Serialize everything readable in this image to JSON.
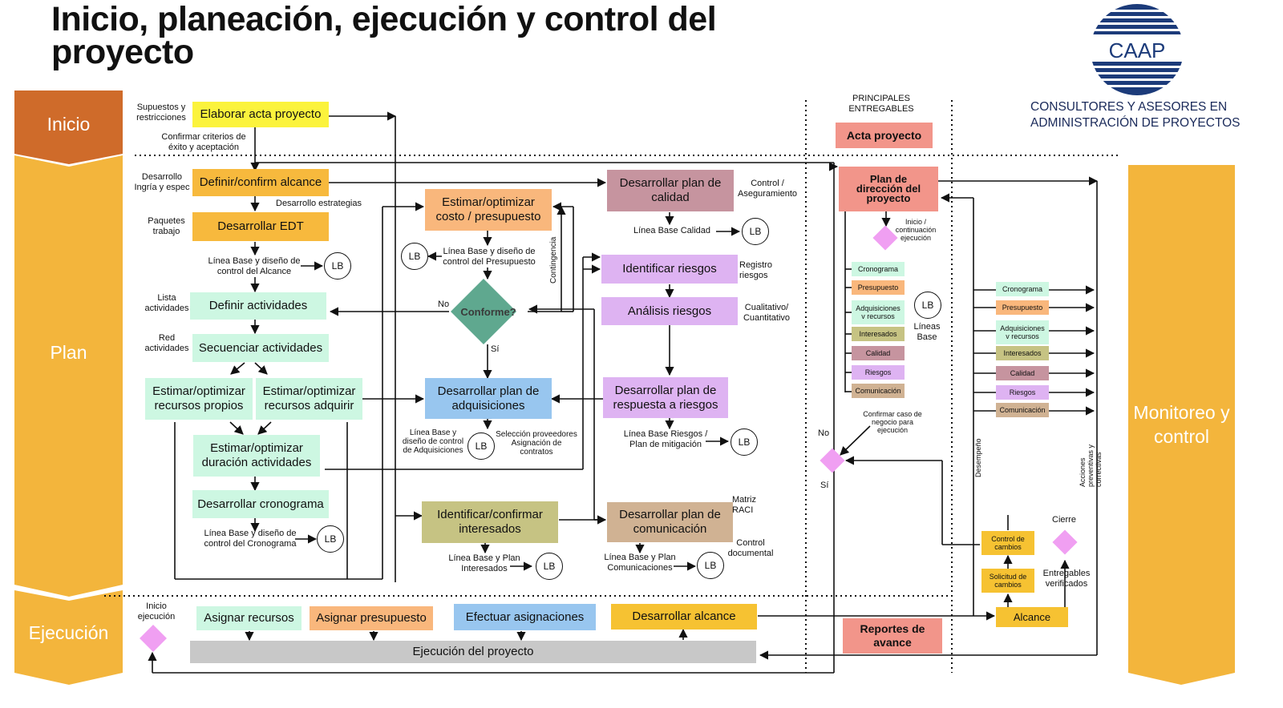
{
  "title": "Inicio, planeación, ejecución y control del proyecto",
  "logo": {
    "text": "CAAP",
    "subtitle": "CONSULTORES Y ASESORES EN ADMINISTRACIÓN DE PROYECTOS"
  },
  "phases": {
    "inicio": "Inicio",
    "plan": "Plan",
    "ejecucion": "Ejecución",
    "monitoreo": "Monitoreo y control"
  },
  "boxes": {
    "elaborar_acta": "Elaborar acta proyecto",
    "definir_alcance": "Definir/confirm alcance",
    "desarrollar_edt": "Desarrollar EDT",
    "definir_actividades": "Definir actividades",
    "secuenciar_actividades": "Secuenciar actividades",
    "estimar_recursos_propios": "Estimar/optimizar recursos propios",
    "estimar_recursos_adquirir": "Estimar/optimizar recursos adquirir",
    "estimar_duracion": "Estimar/optimizar duración actividades",
    "desarrollar_cronograma": "Desarrollar cronograma",
    "estimar_costo": "Estimar/optimizar costo / presupuesto",
    "plan_adquisiciones": "Desarrollar plan de adquisiciones",
    "identificar_interesados": "Identificar/confirmar interesados",
    "plan_calidad": "Desarrollar plan de calidad",
    "identificar_riesgos": "Identificar riesgos",
    "analisis_riesgos": "Análisis riesgos",
    "plan_respuesta_riesgos": "Desarrollar plan de respuesta a riesgos",
    "plan_comunicacion": "Desarrollar plan de comunicación",
    "acta_proyecto": "Acta proyecto",
    "plan_direccion": "Plan de dirección del proyecto",
    "reportes_avance": "Reportes de avance",
    "asignar_recursos": "Asignar recursos",
    "asignar_presupuesto": "Asignar presupuesto",
    "efectuar_asignaciones": "Efectuar asignaciones",
    "desarrollar_alcance": "Desarrollar alcance",
    "ejecucion_proyecto": "Ejecución del proyecto",
    "control_cambios": "Control de cambios",
    "solicitud_cambios": "Solicitud de cambios",
    "alcance": "Alcance"
  },
  "decision": {
    "conforme": "Conforme?",
    "no": "No",
    "si": "Sí"
  },
  "lb": "LB",
  "labels": {
    "supuestos": "Supuestos y restricciones",
    "confirmar_criterios": "Confirmar criterios de éxito y aceptación",
    "desarrollo_ingria": "Desarrollo Ingría y espec",
    "desarrollo_estrategias": "Desarrollo estrategias",
    "paquetes_trabajo": "Paquetes trabajo",
    "lb_alcance": "Línea Base y diseño de control del Alcance",
    "lista_actividades": "Lista actividades",
    "red_actividades": "Red actividades",
    "lb_cronograma": "Línea Base y diseño de control del Cronograma",
    "lb_presupuesto": "Línea Base y diseño de control del Presupuesto",
    "contingencia": "Contingencia",
    "lb_adquisiciones": "Línea Base y diseño de control de Adquisiciones",
    "seleccion_proveedores": "Selección proveedores Asignación de contratos",
    "lb_interesados": "Línea Base y Plan Interesados",
    "control_aseguramiento": "Control / Aseguramiento",
    "lb_calidad": "Línea Base Calidad",
    "registro_riesgos": "Registro riesgos",
    "cualitativo": "Cualitativo/ Cuantitativo",
    "lb_riesgos": "Línea Base Riesgos / Plan de mitigación",
    "matriz_raci": "Matriz RACI",
    "control_documental": "Control documental",
    "lb_comunicaciones": "Línea Base y Plan Comunicaciones",
    "principales_entregables": "PRINCIPALES ENTREGABLES",
    "inicio_continuacion": "Inicio / continuación ejecución",
    "lineas_base": "Líneas Base",
    "confirmar_caso": "Confirmar caso de negocio para ejecución",
    "no": "No",
    "si": "Sí",
    "desempeno": "Desempeño",
    "acciones": "Acciones preventivas y correctivas",
    "cierre": "Cierre",
    "entregables_verificados": "Entregables verificados",
    "inicio_ejecucion": "Inicio ejecución"
  },
  "baselines": [
    "Cronograma",
    "Presupuesto",
    "Adquisiciones v recursos",
    "Interesados",
    "Calidad",
    "Riesgos",
    "Comunicación"
  ],
  "colors": {
    "inicio_phase": "#cf6b2a",
    "phase": "#f3b53c",
    "yellow": "#fbf33c",
    "orange": "#f7b93d",
    "mint": "#cdf7e2",
    "peach": "#f9b77c",
    "blue": "#98c6ef",
    "olive": "#c6c383",
    "mauve": "#c6949f",
    "lilac": "#deb3f2",
    "tan": "#d0b293",
    "salmon": "#f2958a",
    "teal": "#5fa88f",
    "pink": "#f09ff2",
    "gray": "#c8c8c8",
    "gold": "#f6c232"
  }
}
